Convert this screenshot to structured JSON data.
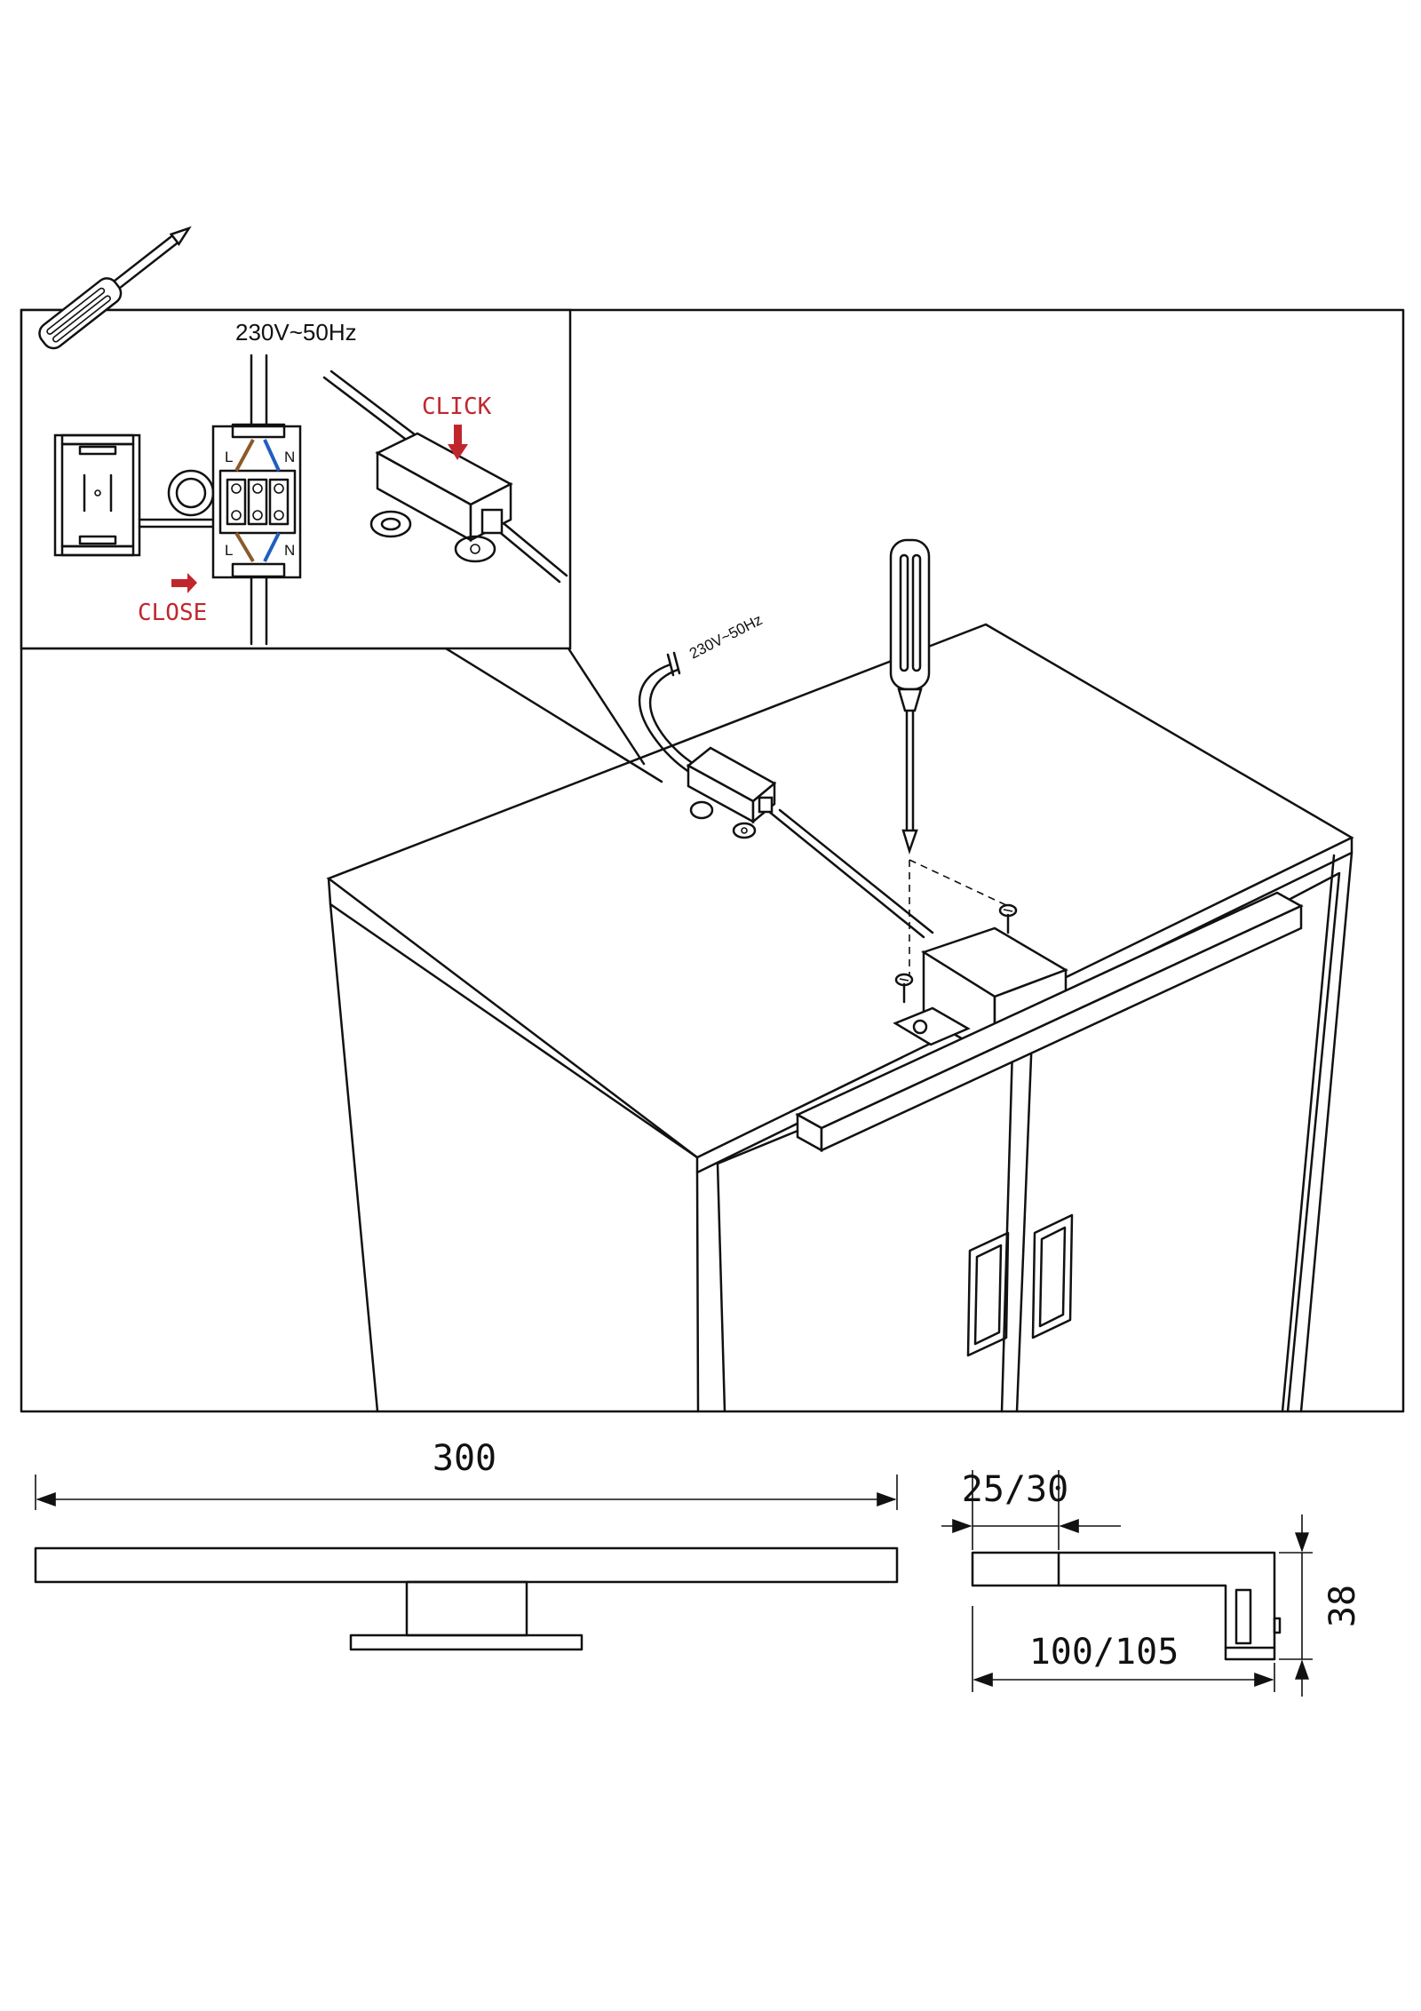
{
  "inset": {
    "voltage_label": "230V~50Hz",
    "click_label": "CLICK",
    "close_label": "CLOSE",
    "terminal_left": "L",
    "terminal_right": "N"
  },
  "main_scene": {
    "cable_voltage_label": "230V~50Hz"
  },
  "dimensions": {
    "length": "300",
    "depth_head": "25/30",
    "depth_total": "100/105",
    "height": "38"
  },
  "colors": {
    "ink": "#111111",
    "arrow_red": "#c0272d",
    "wire_brown": "#8b5a2b",
    "wire_blue": "#1f5fbf"
  }
}
